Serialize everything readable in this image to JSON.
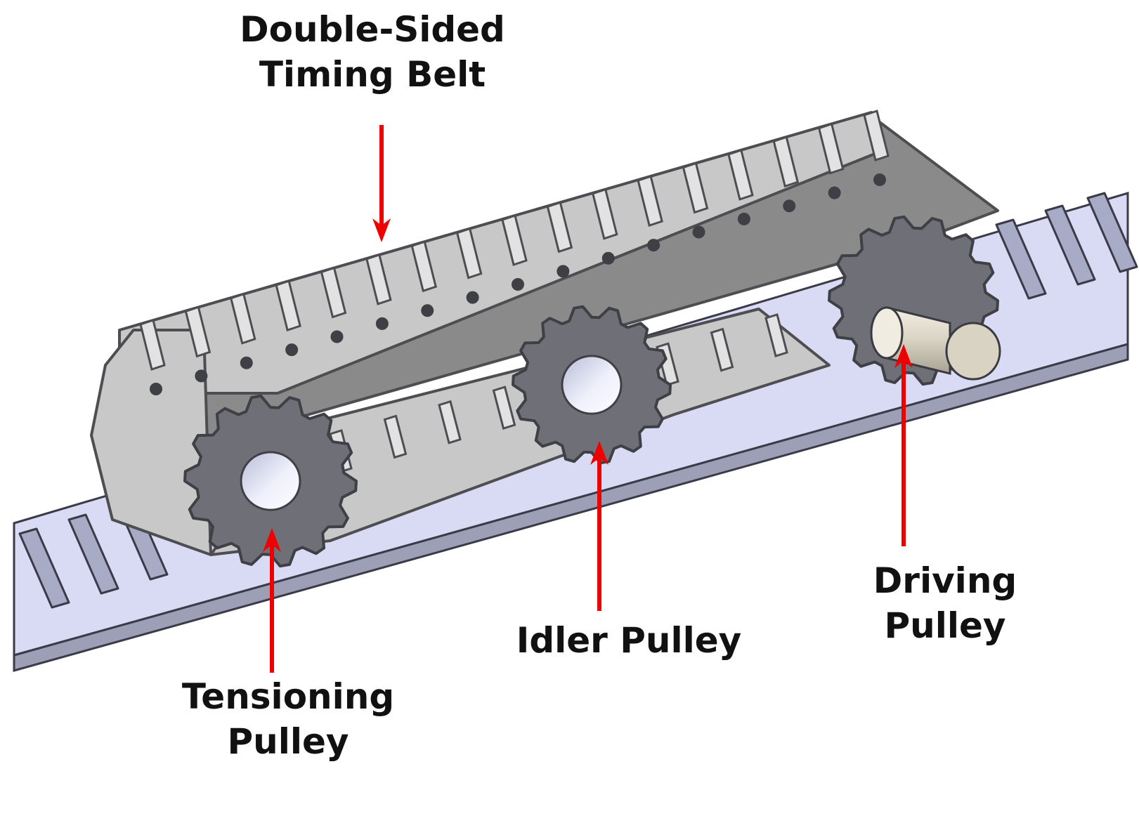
{
  "labels": {
    "belt": {
      "line1": "Double-Sided",
      "line2": "Timing Belt"
    },
    "tensioning": {
      "line1": "Tensioning",
      "line2": "Pulley"
    },
    "idler": {
      "line1": "Idler Pulley"
    },
    "driving": {
      "line1": "Driving",
      "line2": "Pulley"
    }
  },
  "colors": {
    "arrow": "#ee0000",
    "rail_top": "#d9dbf5",
    "rail_side": "#9c9fb6",
    "rail_outline": "#3a3a48",
    "slot": "#a8abc6",
    "belt_face": "#c8c8c8",
    "belt_shadow": "#8a8a8a",
    "belt_edge": "#4d4d52",
    "pulley": "#6f7077",
    "pulley_dark": "#3f4046",
    "bore": "#eef0fb",
    "shaft": "#dcd6c8"
  }
}
